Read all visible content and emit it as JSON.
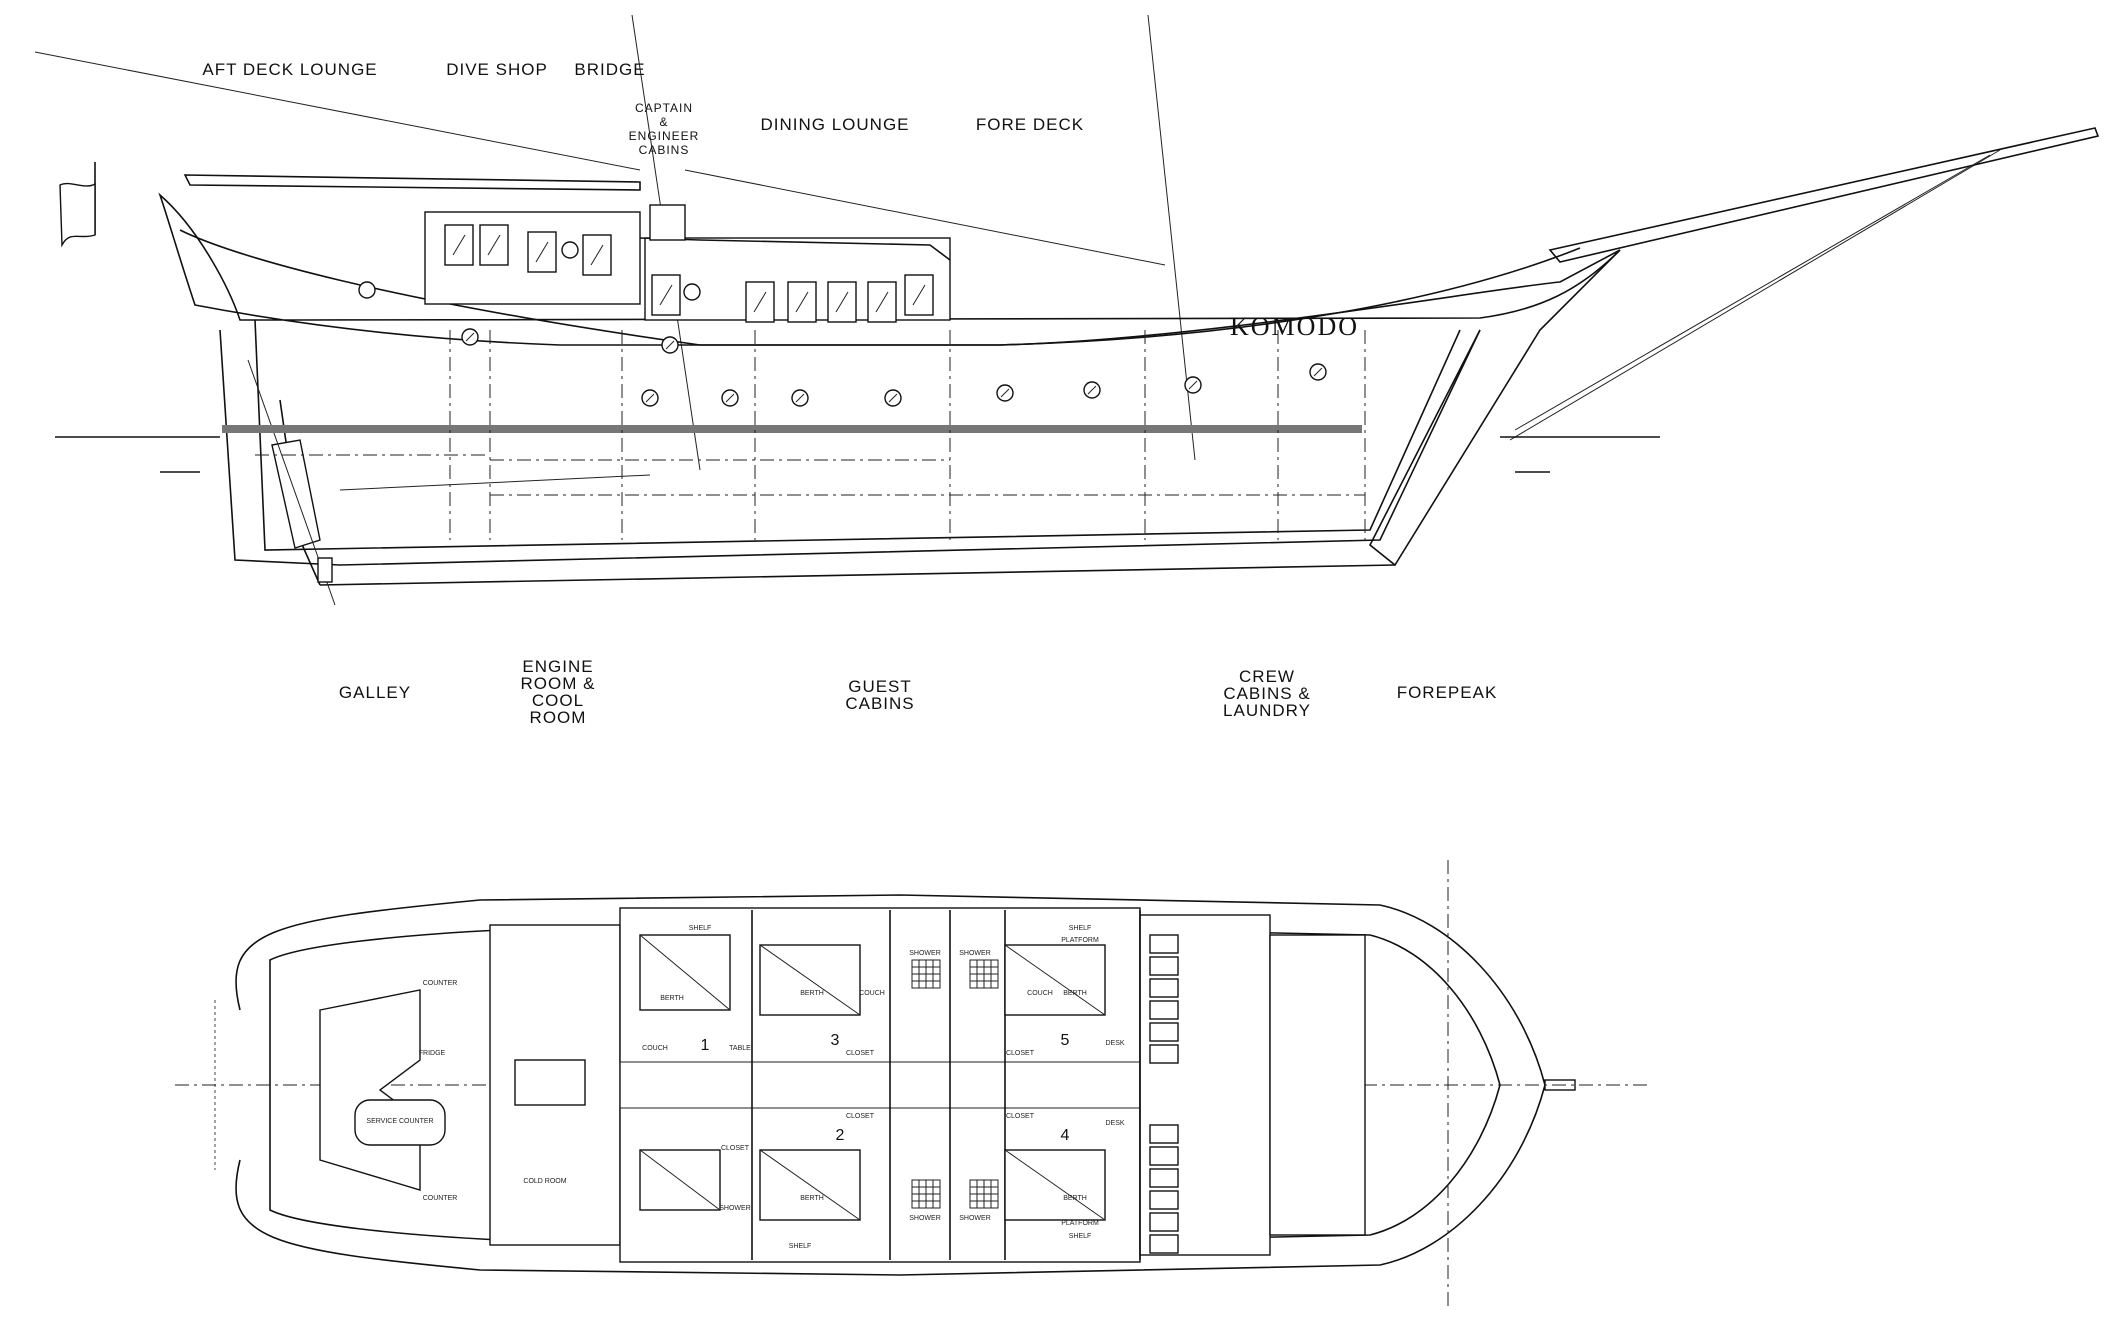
{
  "profile_labels": [
    {
      "id": "aft-deck-lounge",
      "lines": [
        "AFT DECK LOUNGE"
      ]
    },
    {
      "id": "dive-shop",
      "lines": [
        "DIVE SHOP"
      ]
    },
    {
      "id": "bridge",
      "lines": [
        "BRIDGE"
      ]
    },
    {
      "id": "captain-engineer-cabins",
      "lines": [
        "CAPTAIN",
        "&",
        "ENGINEER",
        "CABINS"
      ]
    },
    {
      "id": "dining-lounge",
      "lines": [
        "DINING LOUNGE"
      ]
    },
    {
      "id": "fore-deck",
      "lines": [
        "FORE DECK"
      ]
    }
  ],
  "lower_labels": [
    {
      "id": "galley",
      "lines": [
        "GALLEY"
      ]
    },
    {
      "id": "engine-room",
      "lines": [
        "ENGINE",
        "ROOM &",
        "COOL",
        "ROOM"
      ]
    },
    {
      "id": "guest-cabins",
      "lines": [
        "GUEST",
        "CABINS"
      ]
    },
    {
      "id": "crew-cabins",
      "lines": [
        "CREW",
        "CABINS &",
        "LAUNDRY"
      ]
    },
    {
      "id": "forepeak",
      "lines": [
        "FOREPEAK"
      ]
    }
  ],
  "vessel_name": "KOMODO",
  "cabin_numbers": [
    "1",
    "2",
    "3",
    "4",
    "5"
  ],
  "plan_notes": {
    "service_counter": "SERVICE COUNTER",
    "counter_top": "COUNTER",
    "counter_bottom": "COUNTER",
    "cold_room": "COLD ROOM",
    "fridge": "FRIDGE",
    "berth": "BERTH",
    "couch": "COUCH",
    "closet": "CLOSET",
    "shower": "SHOWER",
    "shelf": "SHELF",
    "platform": "PLATFORM",
    "desk": "DESK",
    "table": "TABLE"
  }
}
